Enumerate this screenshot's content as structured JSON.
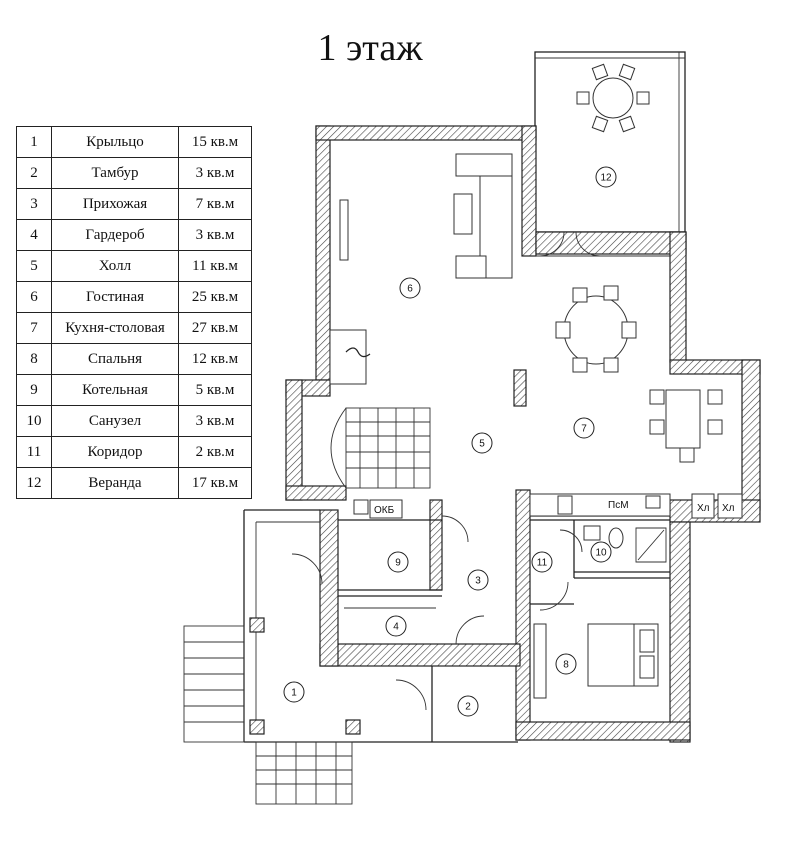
{
  "title": "1 этаж",
  "rooms": [
    {
      "num": "1",
      "name": "Крыльцо",
      "area": "15 кв.м"
    },
    {
      "num": "2",
      "name": "Тамбур",
      "area": "3 кв.м"
    },
    {
      "num": "3",
      "name": "Прихожая",
      "area": "7 кв.м"
    },
    {
      "num": "4",
      "name": "Гардероб",
      "area": "3 кв.м"
    },
    {
      "num": "5",
      "name": "Холл",
      "area": "11 кв.м"
    },
    {
      "num": "6",
      "name": "Гостиная",
      "area": "25 кв.м"
    },
    {
      "num": "7",
      "name": "Кухня-столовая",
      "area": "27 кв.м"
    },
    {
      "num": "8",
      "name": "Спальня",
      "area": "12 кв.м"
    },
    {
      "num": "9",
      "name": "Котельная",
      "area": "5 кв.м"
    },
    {
      "num": "10",
      "name": "Санузел",
      "area": "3 кв.м"
    },
    {
      "num": "11",
      "name": "Коридор",
      "area": "2 кв.м"
    },
    {
      "num": "12",
      "name": "Веранда",
      "area": "17 кв.м"
    }
  ],
  "plan_labels": {
    "okb": "ОКБ",
    "psm": "ПсМ",
    "hl1": "Хл",
    "hl2": "Хл"
  }
}
